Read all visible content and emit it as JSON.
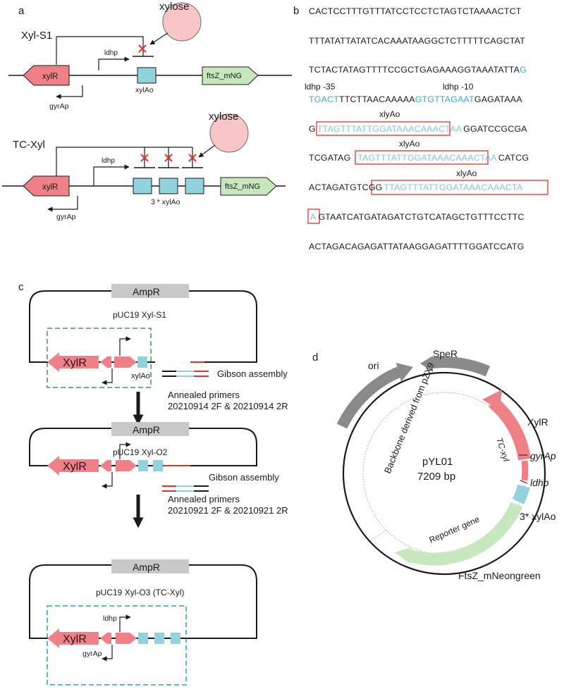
{
  "panel_a": {
    "letter": "a",
    "top": {
      "construct": "Xyl-S1",
      "xylose": "xylose",
      "ldhp": "ldhp",
      "xylR": "xylR",
      "xylAo": "xylAo",
      "ftsZ": "ftsZ_mNG",
      "gyrAp": "gyrAp"
    },
    "bottom": {
      "construct": "TC-Xyl",
      "xylose": "xylose",
      "ldhp": "ldhp",
      "xylR": "xylR",
      "xylAo": "3 * xylAo",
      "ftsZ": "ftsZ_mNG",
      "gyrAp": "gyrAp"
    }
  },
  "panel_b": {
    "letter": "b",
    "line1": "CACTCCTTTGTTTATCCTCCTCTAGTCTAAAACTCT",
    "line2": "TTTATATTATATCACAAATAAGGCTCTTTTTCAGCTAT",
    "line3_black": "TCTACTATAGTTTTCCGCTGAGAAAGGTAAATATTA",
    "line3_blue": "G",
    "label_m35": "ldhp -35",
    "label_m10": "ldhp -10",
    "line4_blue1": "TGACT",
    "line4_black1": "TTCTTAACAAAAA",
    "line4_blue2": "GTGTTAGAAT",
    "line4_black2": "GAGATAAA",
    "xlyAo_label_1": "xlyAo",
    "line5_pre": "G",
    "line5_box": "TTAGTTTATTGGATAAACAAACTAA",
    "line5_post": "GGATCCGCGA",
    "xlyAo_label_2": "xlyAo",
    "line6_pre": "TCGATAG",
    "line6_box": "TTAGTTTATTGGATAAACAAACTAA",
    "line6_post": "CATCG",
    "xlyAo_label_3": "xlyAo",
    "line7_pre": "ACTAGATGTCGG",
    "line7_box": "TTAGTTTATTGGATAAACAAACTA",
    "line8_box": "A",
    "line8_post": "GTAATCATGATAGATCTGTCATAGCTGTTTCCTTC",
    "line9": "ACTAGACAGAGATTATAAGGAGATTTTGGATCCATG"
  },
  "panel_c": {
    "letter": "c",
    "step1": {
      "ampR": "AmpR",
      "plasmid": "pUC19 Xyl-S1",
      "xylR": "XylR",
      "xylAo": "xylAo",
      "method": "Gibson assembly",
      "primers_title": "Annealed primers",
      "primers": "20210914 2F & 20210914 2R"
    },
    "step2": {
      "ampR": "AmpR",
      "plasmid": "pUC19 Xyl-O2",
      "xylR": "XylR",
      "method": "Gibson assembly",
      "primers_title": "Annealed primers",
      "primers": "20210921 2F & 20210921 2R"
    },
    "step3": {
      "ampR": "AmpR",
      "plasmid": "pUC19 Xyl-O3 (TC-Xyl)",
      "xylR": "XylR",
      "ldhp": "ldhp",
      "gyrAp": "gyrAp"
    }
  },
  "panel_d": {
    "letter": "d",
    "name": "pYL01",
    "size": "7209 bp",
    "spe": "SpeR",
    "ori": "ori",
    "xylR": "XylR",
    "gyrAp": "gyrAp",
    "ldhp": "ldhp",
    "xylAo": "3* xylAo",
    "ftsz": "FtsZ_mNeongreen",
    "tc": "TC-xyl",
    "reporter": "Reporter gene",
    "backbone": "Backbone derived from pZX9"
  },
  "colors": {
    "xylR": "#f08087",
    "operator": "#92d2dc",
    "ftsZ": "#c7e8be",
    "xylose": "#f9c6c8",
    "blue_seq": "#3aa7d4",
    "box_red": "#e5332a",
    "green_dash": "#3f9a4f",
    "blue_dash": "#2b9bd7",
    "backbone_gray": "#8a8a8a",
    "ampR_gray": "#c8c8c8"
  }
}
